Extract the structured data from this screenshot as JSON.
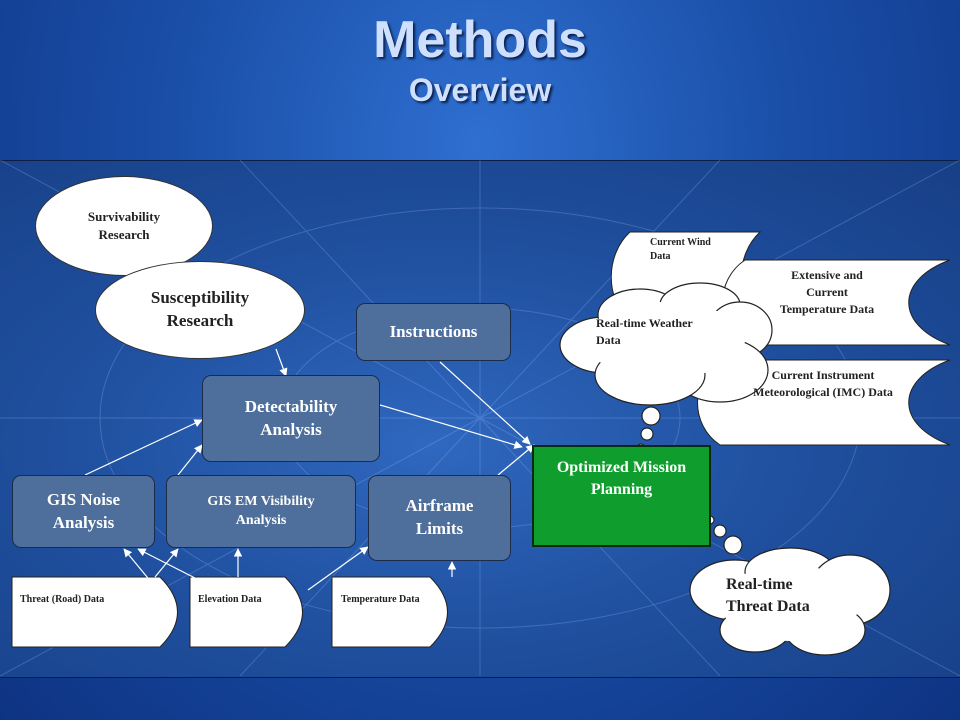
{
  "title": "Methods",
  "subtitle": "Overview",
  "nodes": {
    "survivability": "Survivability Research",
    "susceptibility": "Susceptibility Research",
    "instructions": "Instructions",
    "detectability": "Detectability Analysis",
    "gis_noise": "GIS Noise Analysis",
    "gis_em": "GIS EM Visibility Analysis",
    "airframe": "Airframe Limits",
    "optimized": "Optimized Mission Planning",
    "threat_road": "Threat (Road) Data",
    "elevation": "Elevation Data",
    "temperature": "Temperature Data",
    "current_wind": "Current Wind Data",
    "extensive_temp": "Extensive and Current Temperature Data",
    "imc": "Current Instrument Meteorological (IMC) Data",
    "realtime_weather": "Real-time Weather Data",
    "realtime_threat": "Real-time Threat Data"
  },
  "colors": {
    "background": "#1a4fa8",
    "box": "#4e6f9c",
    "optimized": "#0f9e2e"
  }
}
